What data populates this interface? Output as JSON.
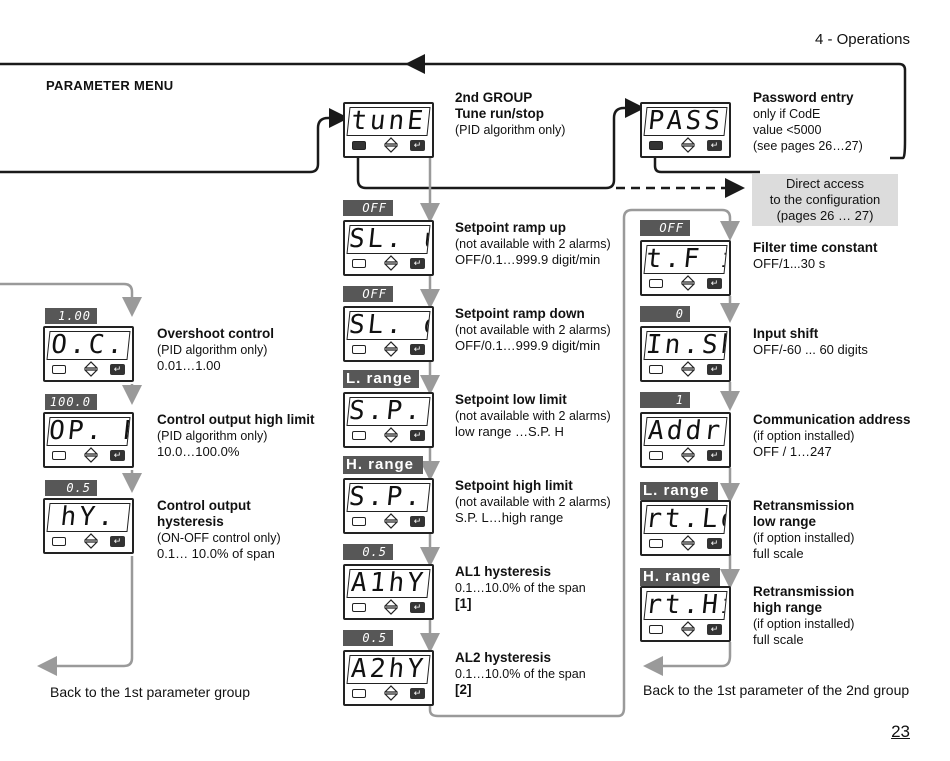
{
  "header": {
    "section": "4 - Operations",
    "menu_title": "PARAMETER MENU",
    "page_number": "23"
  },
  "back_left": "Back to the 1st parameter group",
  "back_right": "Back to the 1st parameter of the 2nd group",
  "direct_access": [
    "Direct access",
    "to the configuration",
    "(pages 26 … 27)"
  ],
  "left_column": [
    {
      "tag": "1.00",
      "display": "O.C.",
      "title": "Overshoot control",
      "lines": [
        "(PID algorithm only)",
        "0.01…1.00"
      ]
    },
    {
      "tag": "100.0",
      "display": "OP. H",
      "title": "Control output high limit",
      "lines": [
        "(PID algorithm only)",
        "10.0…100.0%"
      ]
    },
    {
      "tag": "0.5",
      "display": "hY.",
      "title": "Control output hysteresis",
      "lines": [
        "(ON-OFF control only)",
        "0.1… 10.0% of span"
      ]
    }
  ],
  "middle_column": {
    "group": {
      "display": "tunE",
      "heading": "2nd  GROUP",
      "title": "Tune run/stop",
      "lines": [
        "(PID algorithm only)"
      ]
    },
    "items": [
      {
        "tag": "OFF",
        "display": "SL. u",
        "title": "Setpoint ramp up",
        "lines": [
          "(not available with 2 alarms)",
          "OFF/0.1…999.9  digit/min"
        ]
      },
      {
        "tag": "OFF",
        "display": "SL. d",
        "title": "Setpoint ramp down",
        "lines": [
          "(not available with 2 alarms)",
          "OFF/0.1…999.9  digit/min"
        ]
      },
      {
        "tag": "L. range",
        "display": "S.P. L",
        "title": "Setpoint low limit",
        "lines": [
          "(not available with 2 alarms)",
          "low range …S.P. H"
        ]
      },
      {
        "tag": "H. range",
        "display": "S.P. H",
        "title": "Setpoint high limit",
        "lines": [
          "(not available with 2 alarms)",
          "S.P. L…high range"
        ]
      },
      {
        "tag": "0.5",
        "display": "A1hY",
        "title": "AL1 hysteresis",
        "lines": [
          "0.1…10.0% of the span",
          "[1]"
        ]
      },
      {
        "tag": "0.5",
        "display": "A2hY",
        "title": "AL2 hysteresis",
        "lines": [
          "0.1…10.0% of the span",
          "[2]"
        ]
      }
    ]
  },
  "right_column": {
    "password": {
      "display": "PASS",
      "title": "Password entry",
      "lines": [
        "only if CodE",
        "value <5000",
        "(see pages 26…27)"
      ]
    },
    "items": [
      {
        "tag": "OFF",
        "display": "t.F iL",
        "title": "Filter time constant",
        "lines": [
          "OFF/1...30 s"
        ]
      },
      {
        "tag": "0",
        "display": "In.Sh",
        "title": "Input shift",
        "lines": [
          "OFF/-60 ... 60 digits"
        ]
      },
      {
        "tag": "1",
        "display": "Addr",
        "title": "Communication address",
        "lines": [
          "(if option installed)",
          "OFF / 1…247"
        ]
      },
      {
        "tag": "L. range",
        "display": "rt.Lo",
        "title": "Retransmission low range",
        "lines": [
          "(if option installed)",
          "full scale"
        ]
      },
      {
        "tag": "H. range",
        "display": "rt.Hi",
        "title": "Retransmission high range",
        "lines": [
          "(if option installed)",
          "full scale"
        ]
      }
    ]
  },
  "colors": {
    "line_gray": "#9a9a9a",
    "line_black": "#1a1a1a",
    "tag_bg": "#575757",
    "note_bg": "#dcdcdc"
  }
}
